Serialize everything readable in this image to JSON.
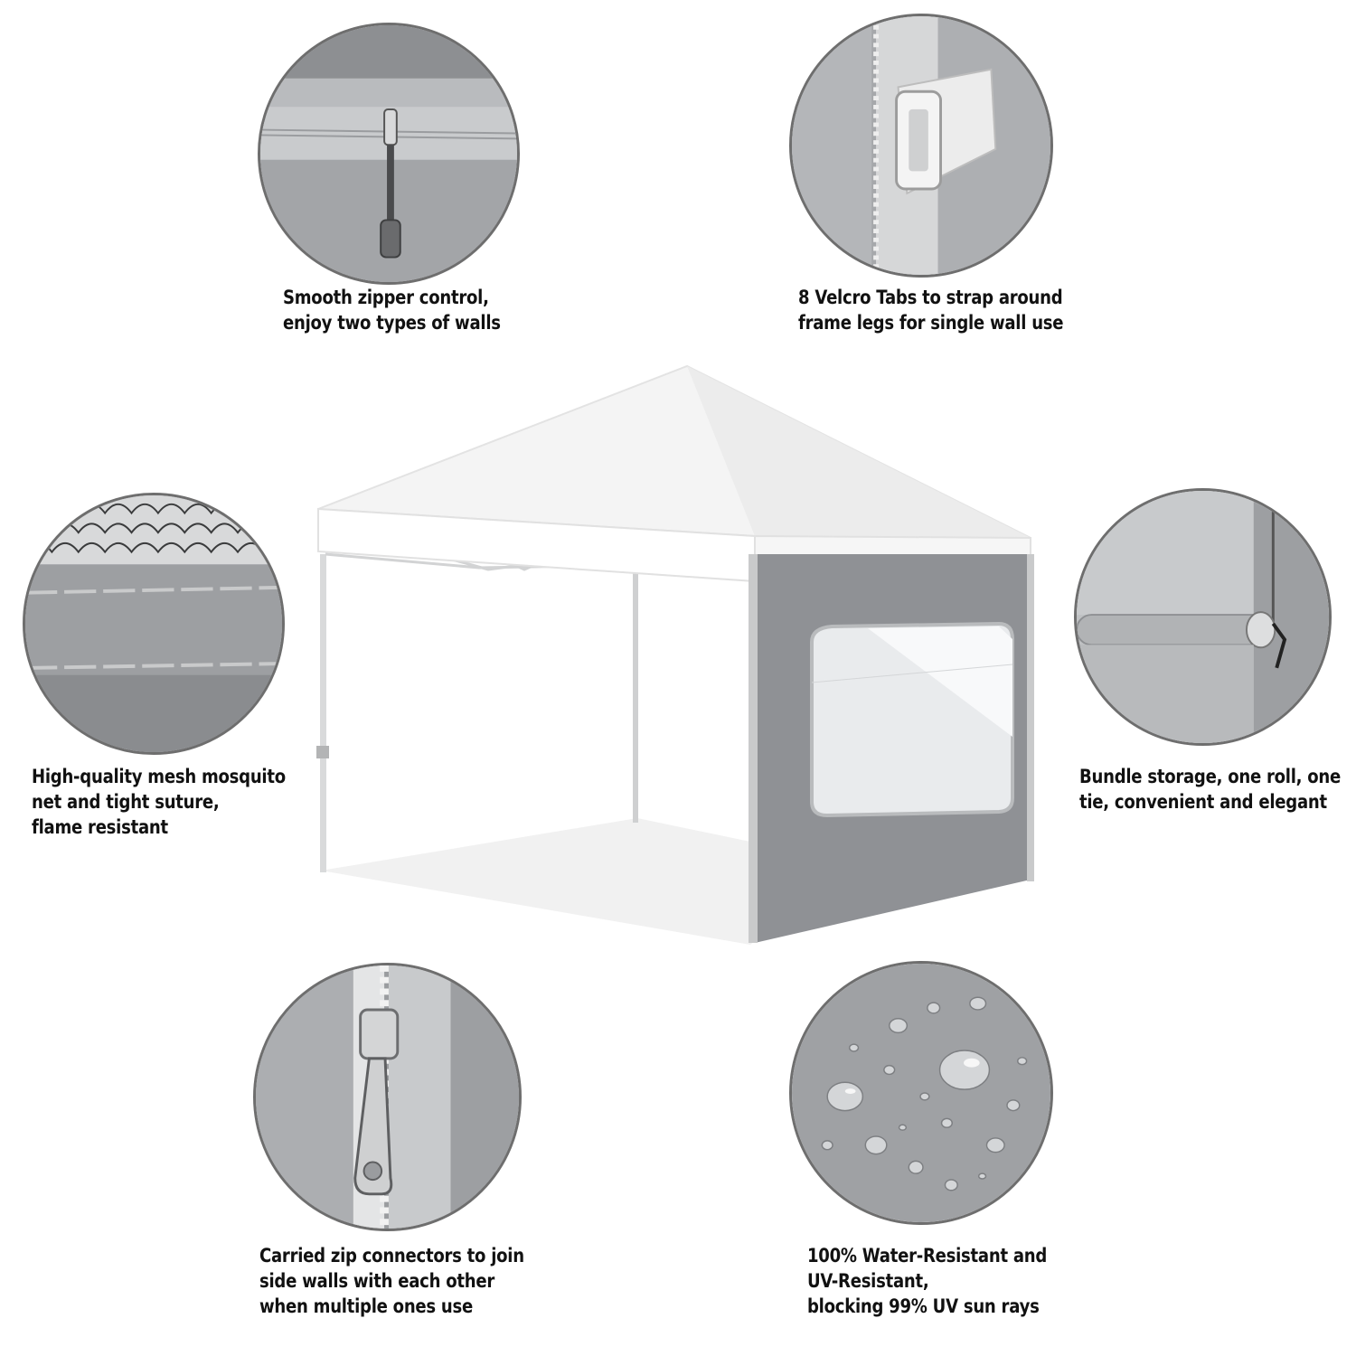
{
  "features": [
    {
      "id": "zipper",
      "icon": "zipper-closeup-icon",
      "lines": [
        "Smooth zipper control,",
        "enjoy two types of walls"
      ]
    },
    {
      "id": "velcro",
      "icon": "velcro-tab-closeup-icon",
      "lines": [
        "8 Velcro Tabs to strap around",
        "frame legs for single wall use"
      ]
    },
    {
      "id": "mesh",
      "icon": "mesh-net-closeup-icon",
      "lines": [
        "High-quality mesh mosquito",
        "net and tight suture,",
        "flame resistant"
      ]
    },
    {
      "id": "bundle",
      "icon": "bundle-roll-closeup-icon",
      "lines": [
        "Bundle storage, one roll, one",
        "tie, convenient and elegant"
      ]
    },
    {
      "id": "connector",
      "icon": "zip-connector-closeup-icon",
      "lines": [
        "Carried zip connectors to join",
        "side walls with each other",
        "when multiple ones use"
      ]
    },
    {
      "id": "water",
      "icon": "water-droplets-closeup-icon",
      "lines": [
        "100% Water-Resistant and",
        "UV-Resistant,",
        "blocking 99% UV sun rays"
      ]
    }
  ],
  "product_image": "canopy-tent-with-sidewall-icon",
  "colors": {
    "wall_gray": "#8f9195",
    "canopy_white": "#f7f7f7",
    "circle_border": "#6e6e6e",
    "text": "#111111"
  }
}
